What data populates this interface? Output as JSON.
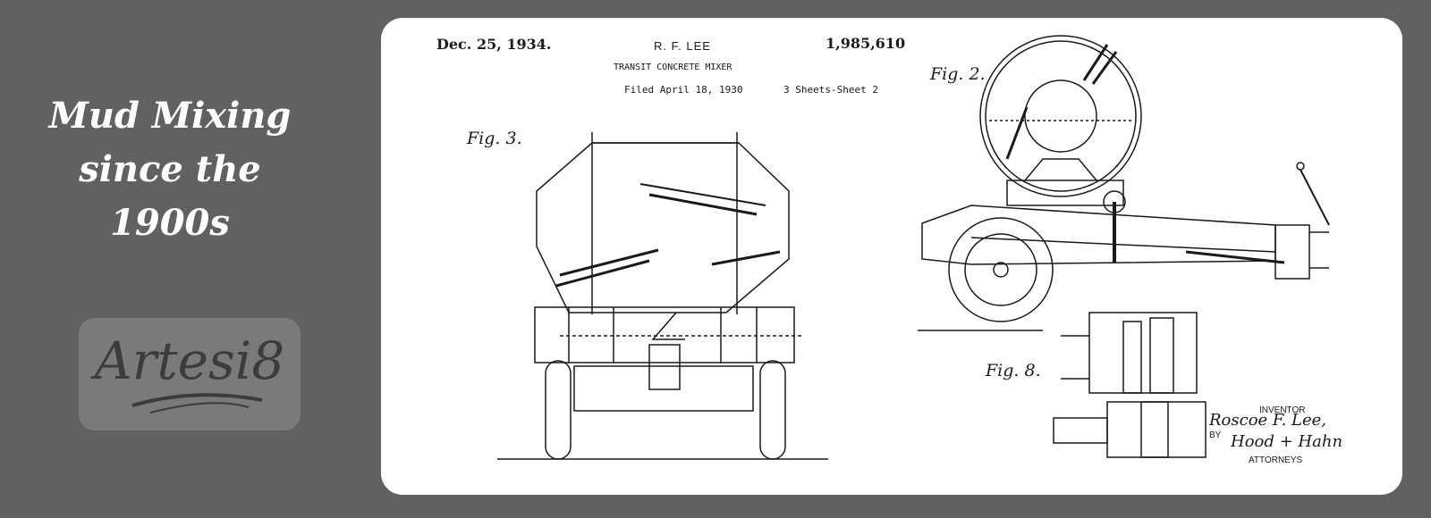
{
  "headline": "Mud Mixing since the 1900s",
  "logo": {
    "text": "Artesi8",
    "icon": "artesi8-logo"
  },
  "patent": {
    "date": "Dec. 25, 1934.",
    "inventor_header": "R. F. LEE",
    "number": "1,985,610",
    "title": "TRANSIT CONCRETE MIXER",
    "filed": "Filed April 18, 1930",
    "sheets": "3 Sheets-Sheet 2",
    "figures": [
      "Fig. 3.",
      "Fig. 2.",
      "Fig. 8."
    ],
    "inventor_label": "INVENTOR",
    "inventor_name": "Roscoe F. Lee,",
    "by_label": "BY",
    "signature": "Hood + Hahn",
    "attorneys_label": "ATTORNEYS"
  },
  "colors": {
    "background": "#616161",
    "card": "#ffffff",
    "ink": "#1a1a1a",
    "logo_box": "#7a7a7a"
  }
}
